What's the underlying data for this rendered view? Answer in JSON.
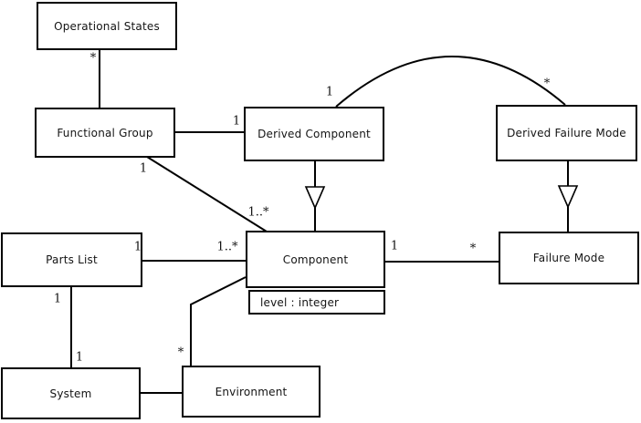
{
  "diagram": {
    "kind": "uml-class-diagram",
    "colors": {
      "background": "#ffffff",
      "line": "#000000",
      "box_fill": "#ffffff",
      "text": "#141414"
    },
    "classes": {
      "operational_states": {
        "name": "Operational States"
      },
      "functional_group": {
        "name": "Functional Group"
      },
      "derived_component": {
        "name": "Derived Component"
      },
      "derived_failure_mode": {
        "name": "Derived Failure Mode"
      },
      "parts_list": {
        "name": "Parts List"
      },
      "component": {
        "name": "Component",
        "attribute": "level : integer"
      },
      "failure_mode": {
        "name": "Failure Mode"
      },
      "system": {
        "name": "System"
      },
      "environment": {
        "name": "Environment"
      }
    },
    "relationships": {
      "operational_states_functional_group": {
        "near_operational_states": "*"
      },
      "functional_group_derived_component": {
        "near_derived_component": "1"
      },
      "functional_group_component": {
        "near_functional_group": "1",
        "near_component": "1..*"
      },
      "derived_component_derived_failure_mode": {
        "near_derived_component": "1",
        "near_derived_failure_mode": "*"
      },
      "parts_list_component": {
        "near_parts_list": "1",
        "near_component": "1..*"
      },
      "component_failure_mode": {
        "near_component": "1",
        "near_failure_mode": "*"
      },
      "parts_list_system": {
        "near_parts_list": "1",
        "near_system": "1"
      },
      "environment_component": {
        "near_environment": "*"
      },
      "derived_component_component": {
        "type": "generalization"
      },
      "derived_failure_mode_failure_mode": {
        "type": "generalization"
      },
      "system_environment": {
        "type": "association"
      }
    }
  }
}
